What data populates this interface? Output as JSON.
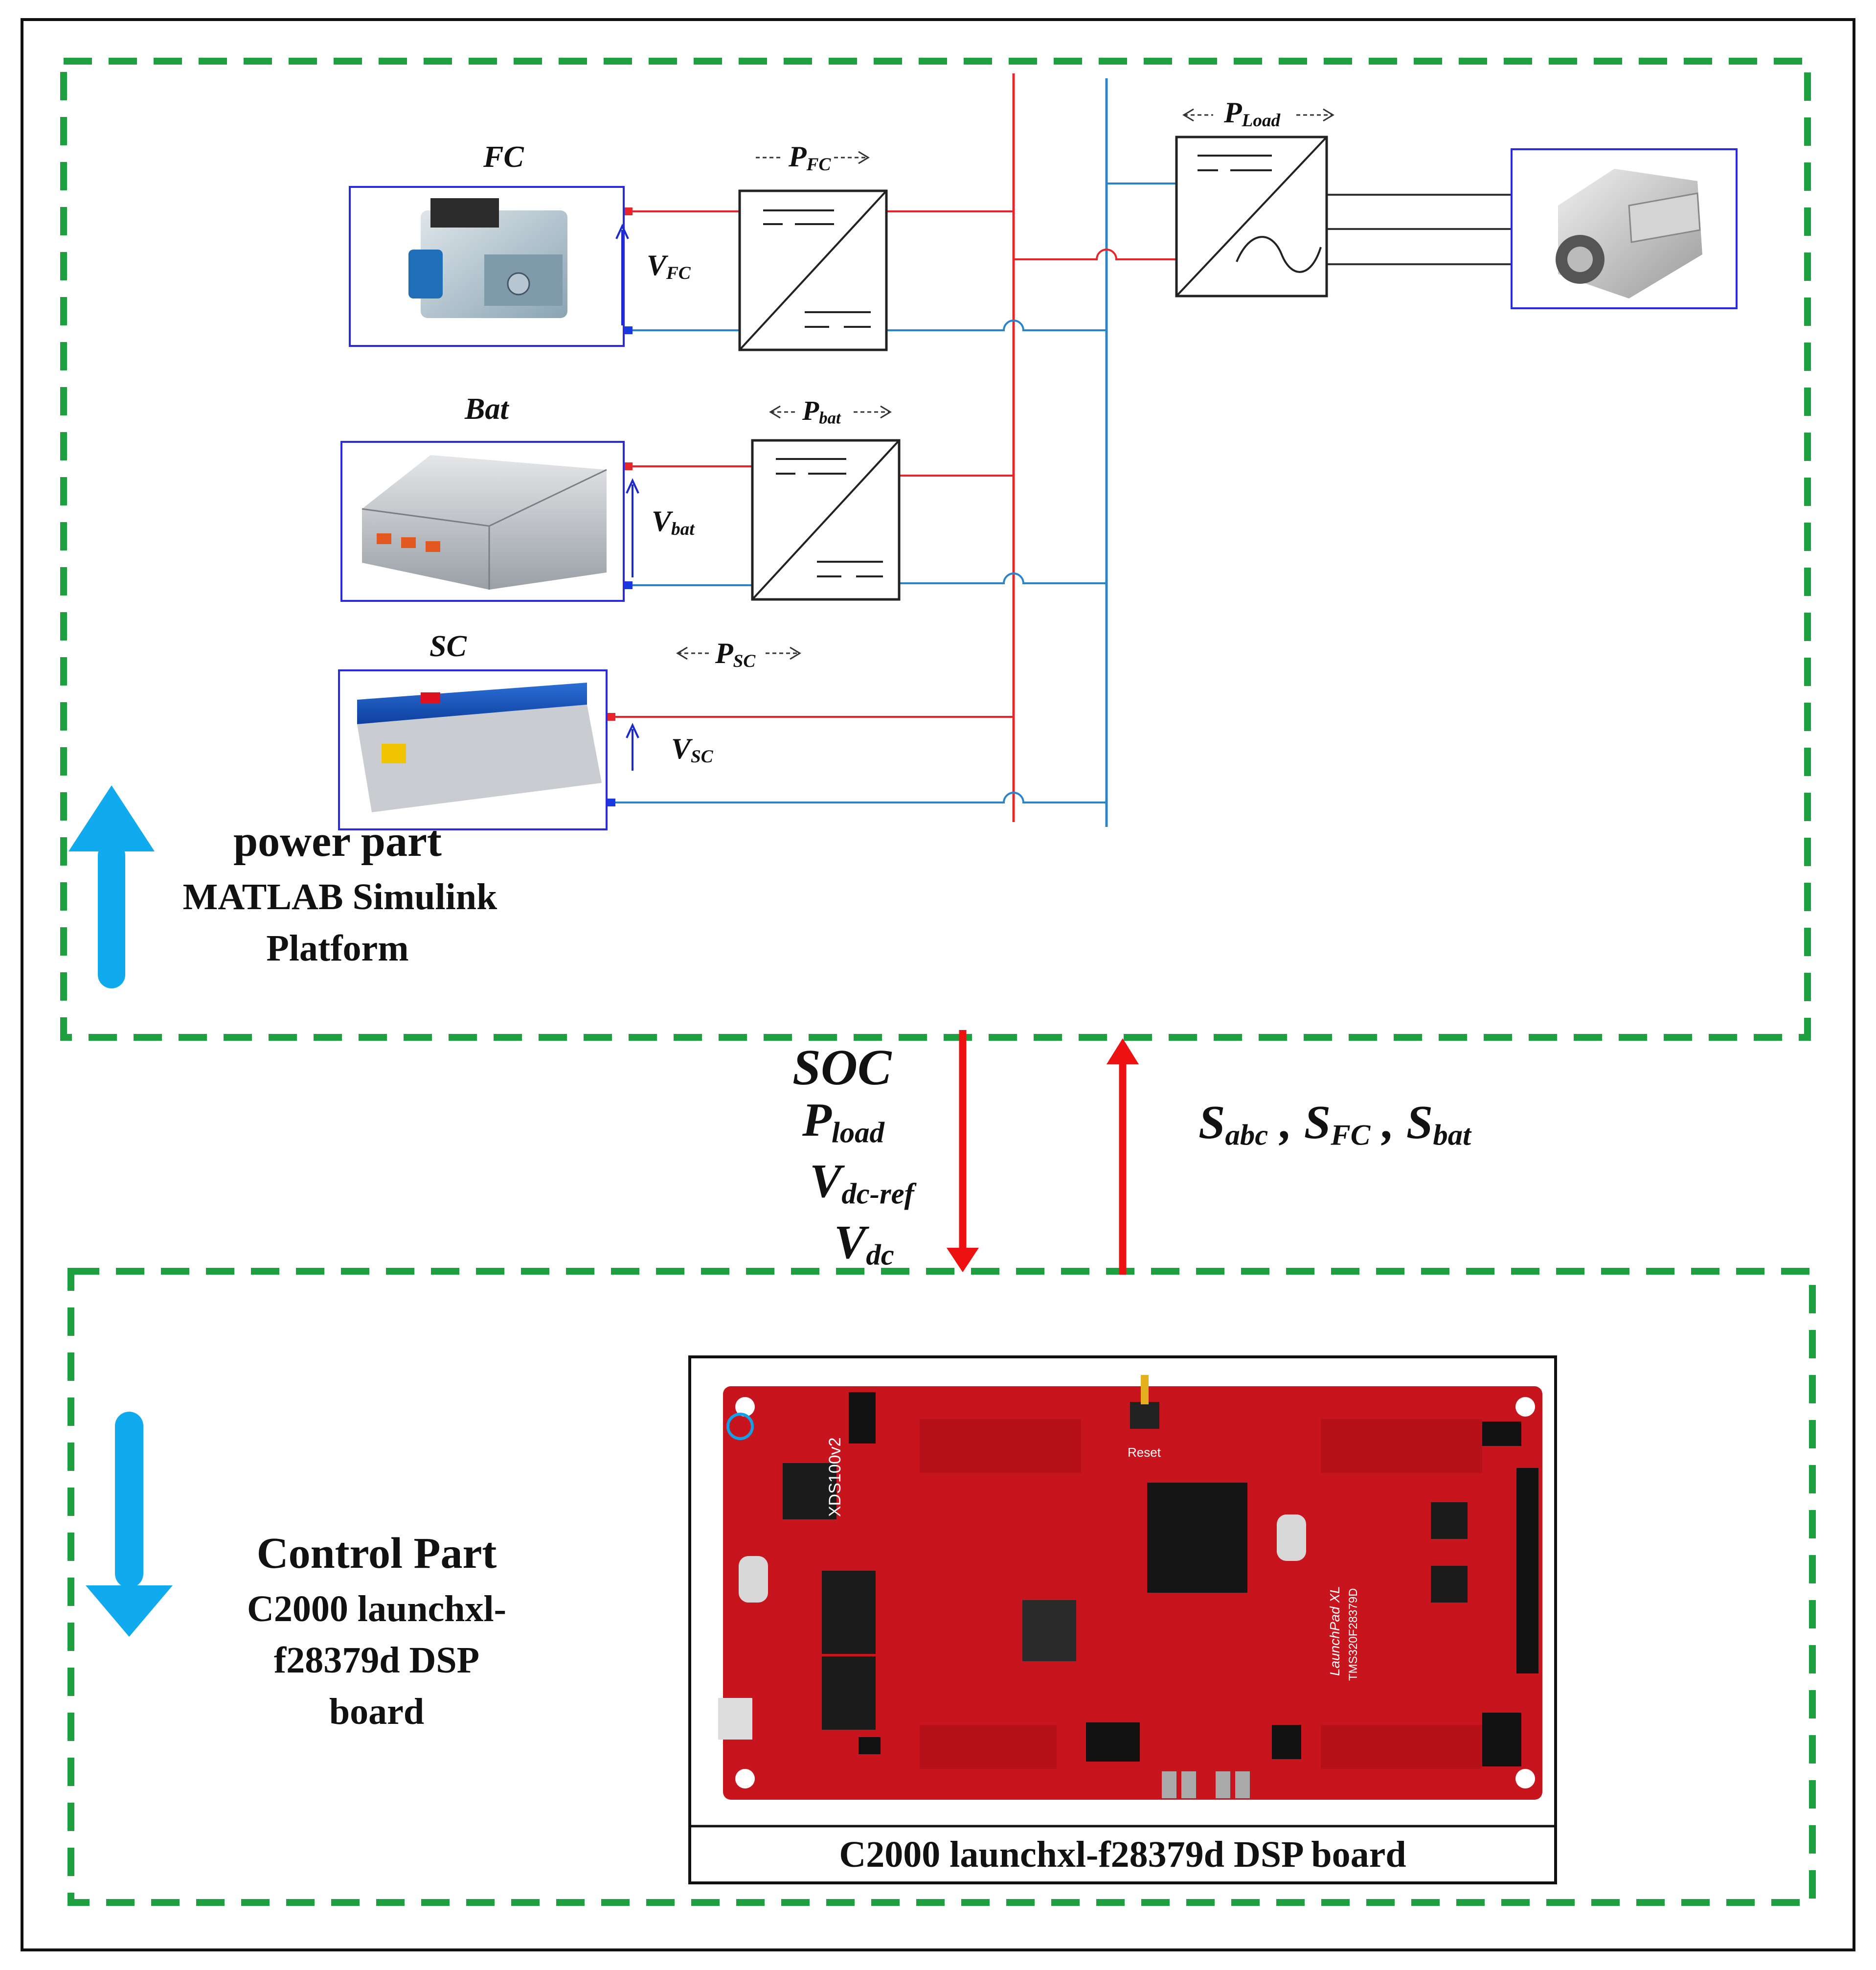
{
  "power_part": {
    "heading": "power part",
    "platform_line1": "MATLAB Simulink",
    "platform_line2": "Platform"
  },
  "sources": {
    "fc": {
      "label": "FC",
      "voltage_main": "V",
      "voltage_sub": "FC",
      "power_main": "P",
      "power_sub": "FC"
    },
    "bat": {
      "label": "Bat",
      "voltage_main": "V",
      "voltage_sub": "bat",
      "power_main": "P",
      "power_sub": "bat"
    },
    "sc": {
      "label": "SC",
      "voltage_main": "V",
      "voltage_sub": "SC",
      "power_main": "P",
      "power_sub": "SC"
    }
  },
  "load": {
    "power_main": "P",
    "power_sub": "Load"
  },
  "signals_down": {
    "soc": "SOC",
    "pload_main": "P",
    "pload_sub": "load",
    "vdcref_main": "V",
    "vdcref_sub": "dc-ref",
    "vdc_main": "V",
    "vdc_sub": "dc"
  },
  "signals_up": {
    "s1_main": "S",
    "s1_sub": "abc",
    "sep1": " , ",
    "s2_main": "S",
    "s2_sub": "FC",
    "sep2": " , ",
    "s3_main": "S",
    "s3_sub": "bat"
  },
  "control_part": {
    "heading": "Control Part",
    "line1": "C2000 launchxl-",
    "line2": "f28379d DSP",
    "line3": "board"
  },
  "board": {
    "caption": "C2000 launchxl-f28379d DSP board",
    "silk_model": "XDS100v2",
    "silk_reset": "Reset",
    "silk_brand": "LaunchPad XL",
    "silk_chip": "TMS320F28379D"
  },
  "colors": {
    "frame_green": "#1fa040",
    "bus_red": "#e8262a",
    "bus_blue": "#2b83c8",
    "box_border": "#2a2adf",
    "arrow_cyan": "#10aaee",
    "signal_red": "#ee1111",
    "pcb_red": "#c8141c"
  }
}
